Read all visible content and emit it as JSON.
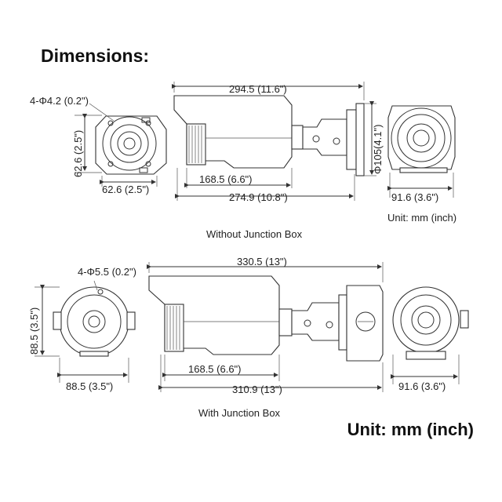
{
  "title": "Dimensions:",
  "unit_label_large": "Unit: mm (inch)",
  "top_section": {
    "caption": "Without Junction Box",
    "unit_label": "Unit: mm (inch)",
    "front": {
      "hole_label": "4-Φ4.2 (0.2\")",
      "height_label": "62.6 (2.5\")",
      "width_label": "62.6 (2.5\")"
    },
    "side": {
      "length_label": "294.5 (11.6\")",
      "mount_label": "168.5 (6.6\")",
      "body_label": "274.9 (10.8\")",
      "diameter_label": "Φ105(4.1\")"
    },
    "rear": {
      "width_label": "91.6 (3.6\")"
    }
  },
  "bottom_section": {
    "caption": "With Junction Box",
    "front": {
      "hole_label": "4-Φ5.5 (0.2\")",
      "height_label": "88.5 (3.5\")",
      "width_label": "88.5 (3.5\")"
    },
    "side": {
      "length_label": "330.5 (13\")",
      "mount_label": "168.5 (6.6\")",
      "body_label": "310.9 (13\")"
    },
    "rear": {
      "width_label": "91.6 (3.6\")"
    }
  }
}
